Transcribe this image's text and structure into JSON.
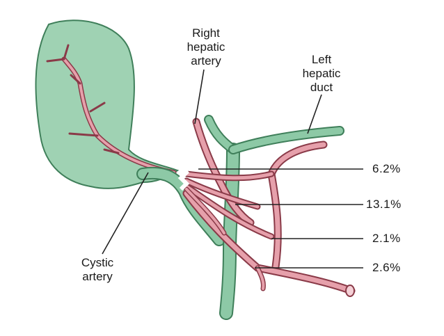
{
  "labels": {
    "right_hepatic_artery": [
      "Right",
      "hepatic",
      "artery"
    ],
    "left_hepatic_duct": [
      "Left",
      "hepatic",
      "duct"
    ],
    "cystic_artery": [
      "Cystic",
      "artery"
    ]
  },
  "percentages": [
    "6.2%",
    "13.1%",
    "2.1%",
    "2.6%"
  ],
  "colors": {
    "duct_fill": "#8dc9a6",
    "duct_edge": "#3f7f5a",
    "artery_fill": "#e6a0ab",
    "artery_edge": "#8a3a48",
    "gallbladder_fill": "#9fd2b3",
    "gallbladder_edge": "#3f7f5a",
    "leader_line": "#222222"
  }
}
